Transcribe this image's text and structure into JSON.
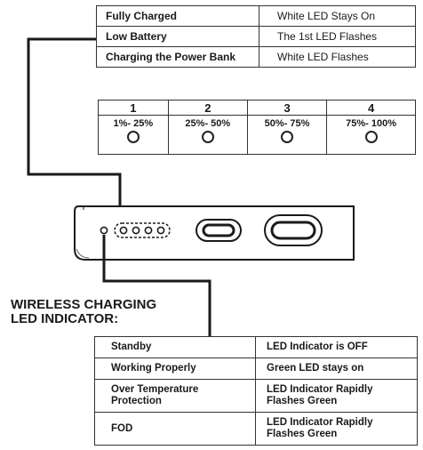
{
  "charging_table": [
    {
      "state": "Fully Charged",
      "indicator": "White LED Stays On"
    },
    {
      "state": "Low Battery",
      "indicator": "The 1st LED Flashes"
    },
    {
      "state": "Charging the Power Bank",
      "indicator": "White LED Flashes"
    }
  ],
  "level_table": {
    "numbers": [
      "1",
      "2",
      "3",
      "4"
    ],
    "ranges": [
      "1%- 25%",
      "25%- 50%",
      "50%- 75%",
      "75%- 100%"
    ]
  },
  "wireless": {
    "title_line1": "WIRELESS CHARGING",
    "title_line2": "LED INDICATOR:",
    "rows": [
      {
        "state": "Standby",
        "indicator": "LED Indicator is OFF"
      },
      {
        "state": "Working Properly",
        "indicator": "Green LED stays on"
      },
      {
        "state": "Over Temperature Protection",
        "indicator": "LED Indicator Rapidly Flashes Green"
      },
      {
        "state": "FOD",
        "indicator": "LED Indicator Rapidly Flashes Green"
      }
    ]
  }
}
